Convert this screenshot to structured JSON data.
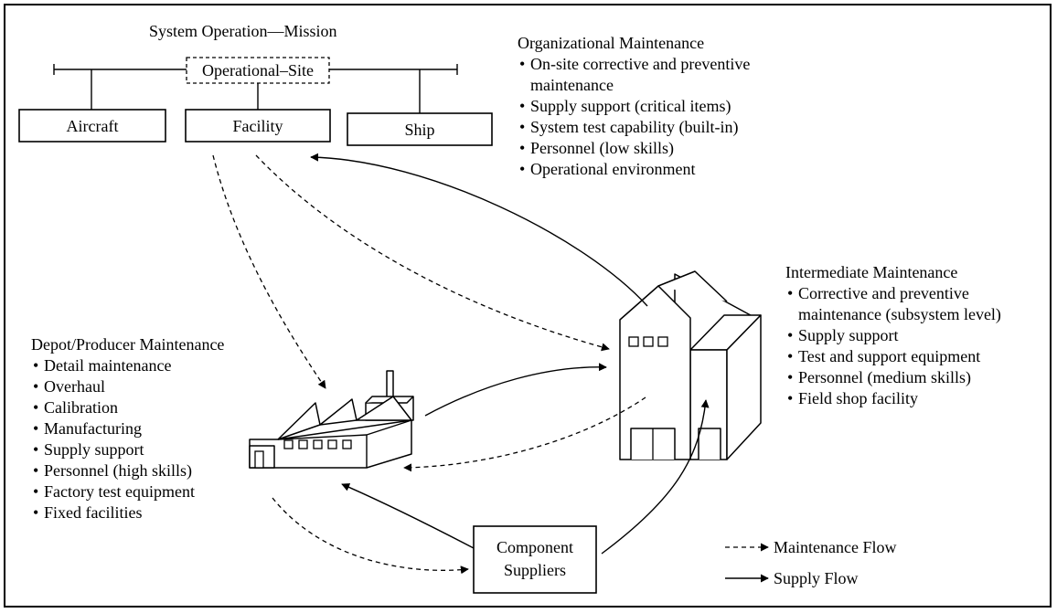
{
  "mission": {
    "title": "System Operation—Mission",
    "site_label": "Operational–Site",
    "elements": [
      "Aircraft",
      "Facility",
      "Ship"
    ]
  },
  "organizational": {
    "title": "Organizational Maintenance",
    "bullets": [
      [
        "On-site corrective and preventive",
        "maintenance"
      ],
      [
        "Supply support (critical items)"
      ],
      [
        "System test capability (built-in)"
      ],
      [
        "Personnel (low skills)"
      ],
      [
        "Operational environment"
      ]
    ]
  },
  "intermediate": {
    "title": "Intermediate Maintenance",
    "bullets": [
      [
        "Corrective and preventive",
        "maintenance (subsystem level)"
      ],
      [
        "Supply support"
      ],
      [
        "Test and support equipment"
      ],
      [
        "Personnel (medium skills)"
      ],
      [
        "Field shop facility"
      ]
    ]
  },
  "depot": {
    "title": "Depot/Producer Maintenance",
    "bullets": [
      [
        "Detail maintenance"
      ],
      [
        "Overhaul"
      ],
      [
        "Calibration"
      ],
      [
        "Manufacturing"
      ],
      [
        "Supply support"
      ],
      [
        "Personnel (high skills)"
      ],
      [
        "Factory test equipment"
      ],
      [
        "Fixed facilities"
      ]
    ]
  },
  "suppliers": {
    "line1": "Component",
    "line2": "Suppliers"
  },
  "legend": {
    "maintenance": "Maintenance Flow",
    "supply": "Supply Flow"
  },
  "bullet_glyph": "•"
}
